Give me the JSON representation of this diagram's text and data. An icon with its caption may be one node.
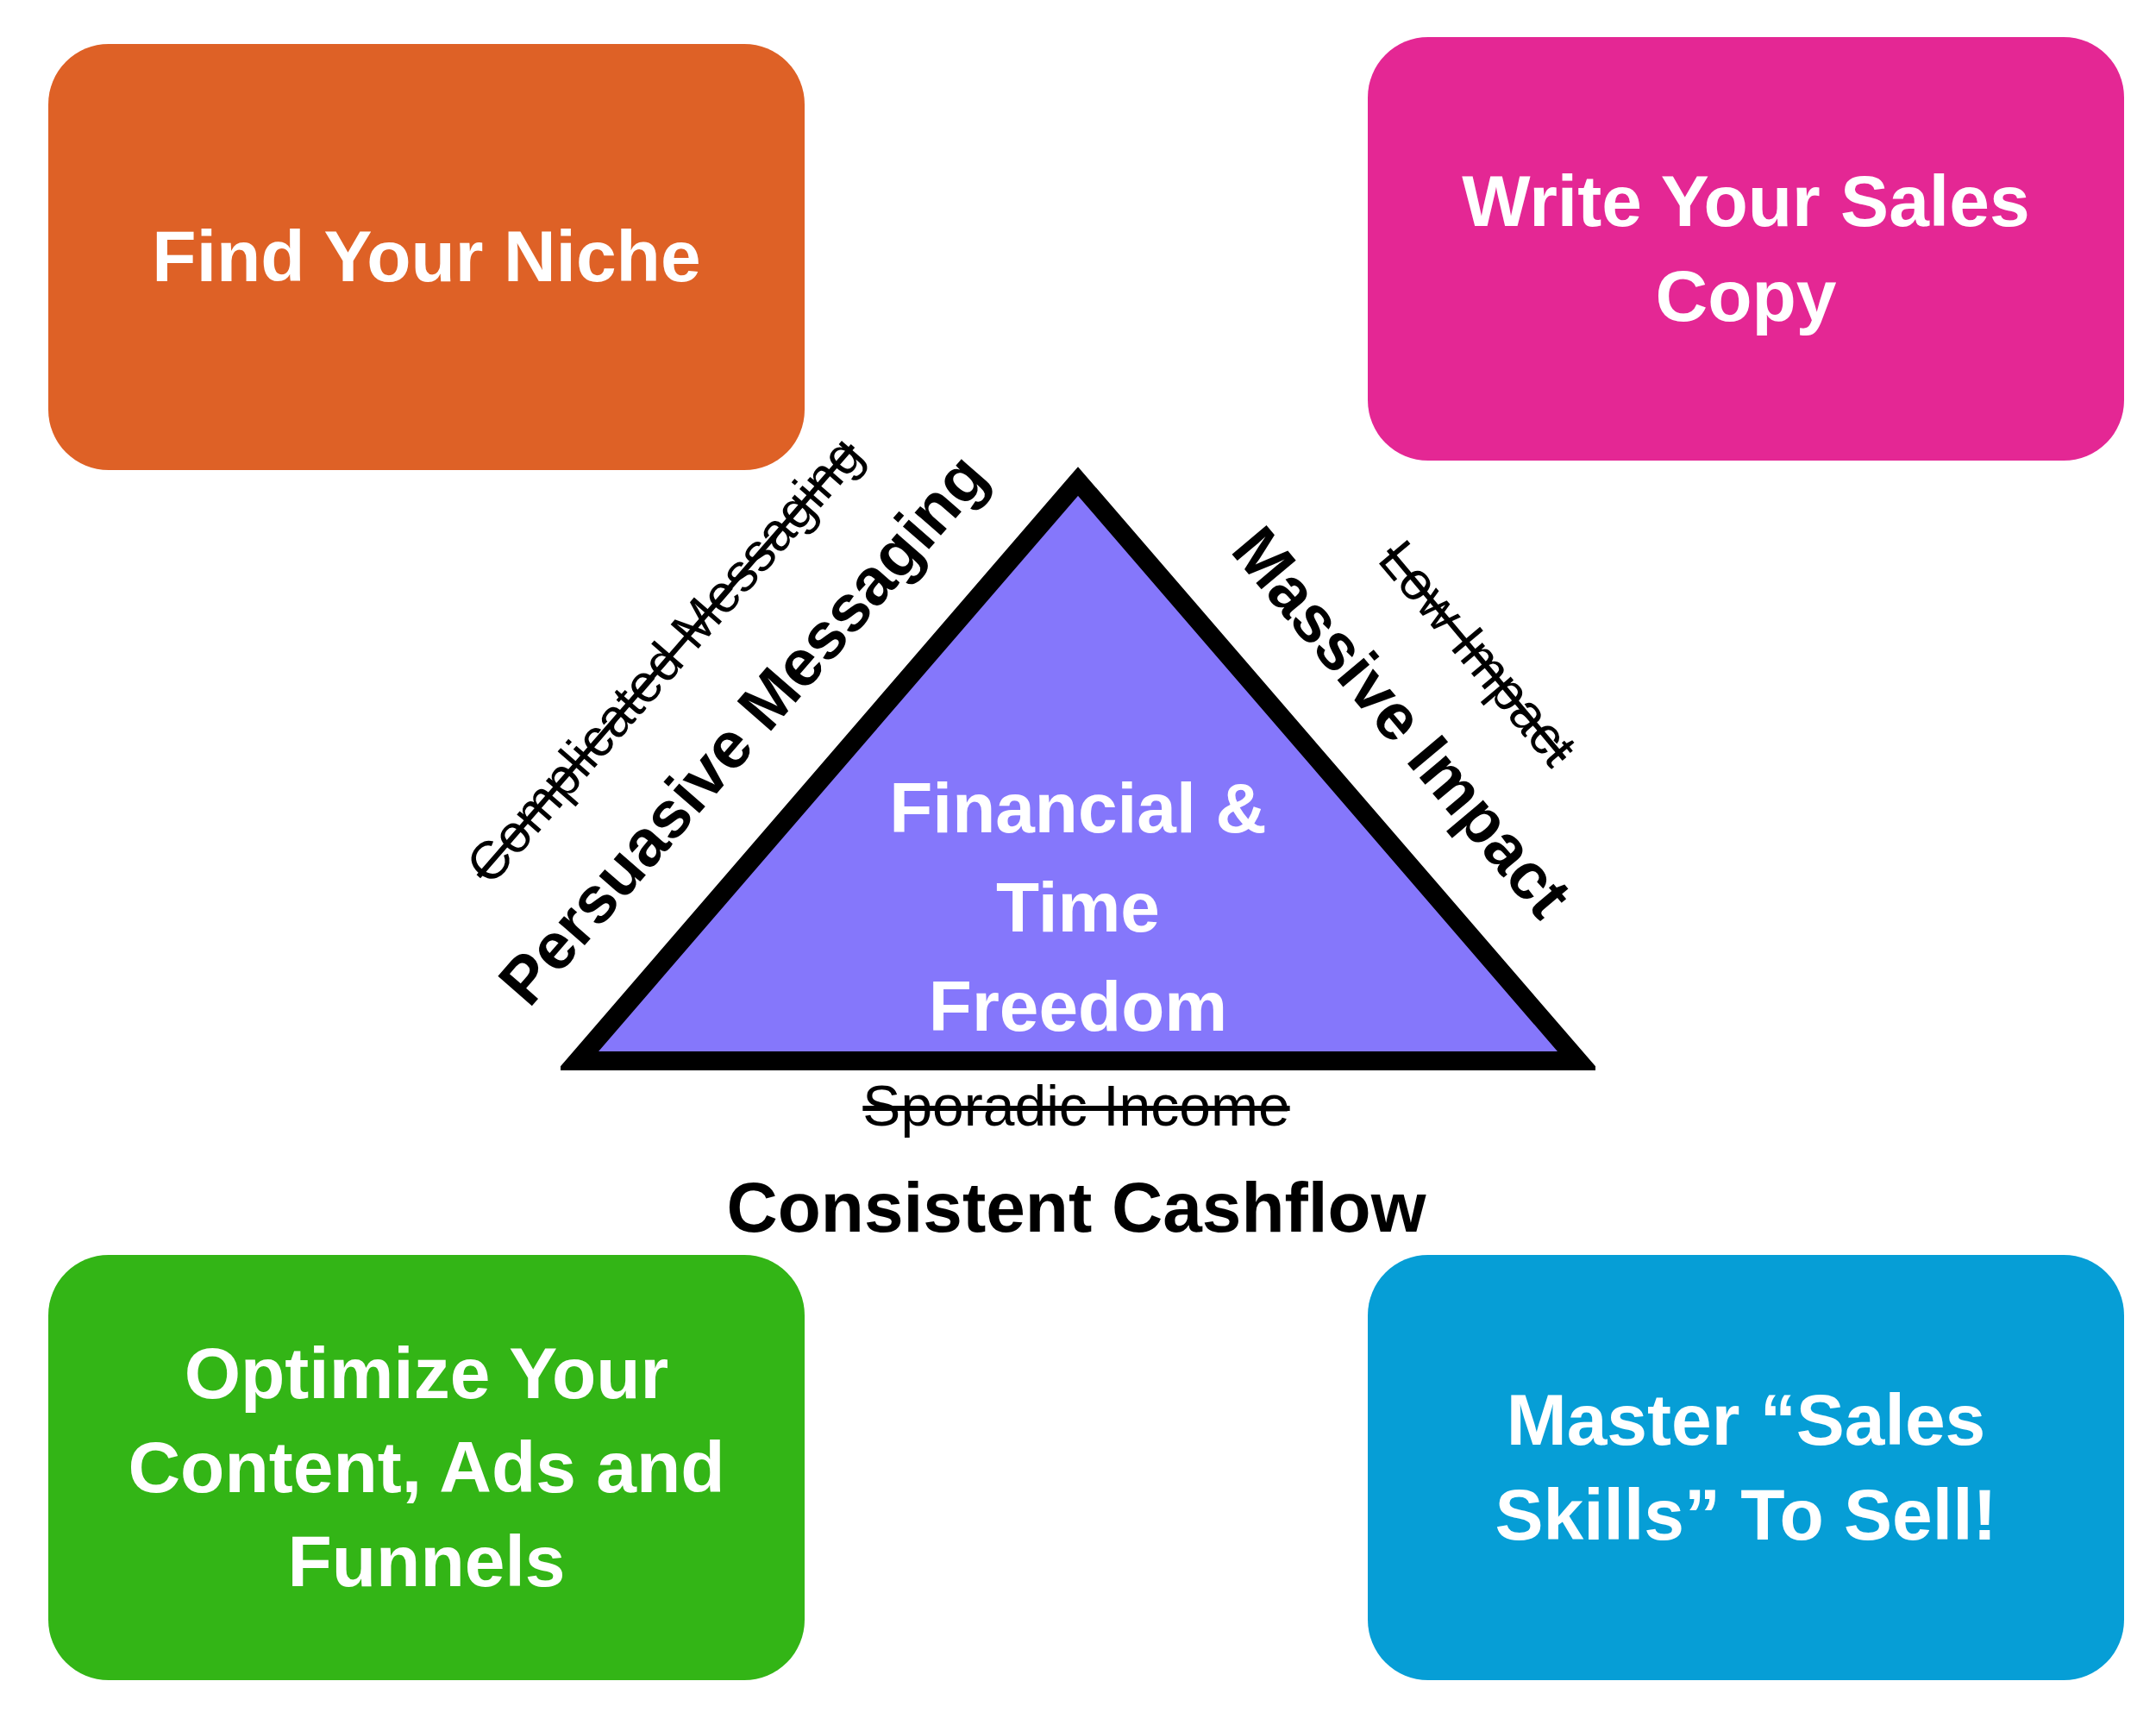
{
  "diagram": {
    "nodes": [
      {
        "text": [
          "Find Your Niche"
        ]
      },
      {
        "text": [
          "Write Your Sales Copy"
        ]
      },
      {
        "text": [
          "Financial & Time Freedom"
        ]
      },
      {
        "text": [
          "Optimize Your Content, Ads and Funnels"
        ]
      },
      {
        "text": [
          "Master “Sales Skills” To Sell!"
        ]
      }
    ],
    "edges": [],
    "labels": [
      "Complicated Messaging",
      "Persuasive Messaging",
      "Low Impact",
      "Massive Impact",
      "Sporadic Income",
      "Consistent Cashflow"
    ]
  }
}
